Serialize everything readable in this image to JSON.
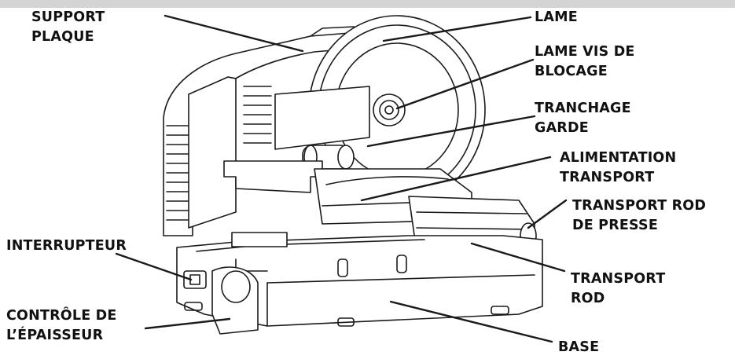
{
  "labels": {
    "support_plaque": [
      "SUPPORT",
      "PLAQUE"
    ],
    "lame": "LAME",
    "lame_vis": [
      "LAME VIS DE",
      "BLOCAGE"
    ],
    "tranchage": [
      "TRANCHAGE",
      "GARDE"
    ],
    "alimentation": [
      "ALIMENTATION",
      "TRANSPORT"
    ],
    "transport_rod_presse": [
      "TRANSPORT ROD",
      "DE PRESSE"
    ],
    "interrupteur": "INTERRUPTEUR",
    "transport_rod": [
      "TRANSPORT",
      "ROD"
    ],
    "controle": [
      "CONTRÔLE DE",
      "L’ÉPAISSEUR"
    ],
    "base": "BASE"
  },
  "colors": {
    "line": "#1a1a1a",
    "header_bar": "#d4d4d4",
    "fill": "#ffffff"
  }
}
